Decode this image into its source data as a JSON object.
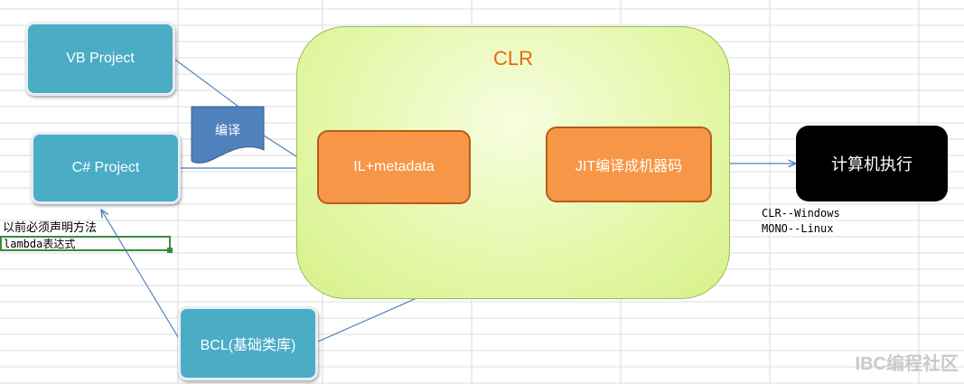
{
  "nodes": {
    "vb_project": "VB Project",
    "cs_project": "C# Project",
    "bcl": "BCL(基础类库)",
    "clr_title": "CLR",
    "il_metadata": "IL+metadata",
    "jit": "JIT编译成机器码",
    "execute": "计算机执行",
    "compile": "编译"
  },
  "notes": {
    "line1": "以前必须声明方法",
    "line2": "lambda表达式"
  },
  "platforms": {
    "clr_windows": "CLR--Windows",
    "mono_linux": "MONO--Linux"
  },
  "watermark": "IBC编程社区",
  "colors": {
    "blue": "#4bacc6",
    "orange": "#f79646",
    "clr_fill": "#e4f7a8",
    "clr_title": "#e46c0a",
    "doc_shape": "#4f81bd",
    "arrow": "#4f81bd"
  }
}
